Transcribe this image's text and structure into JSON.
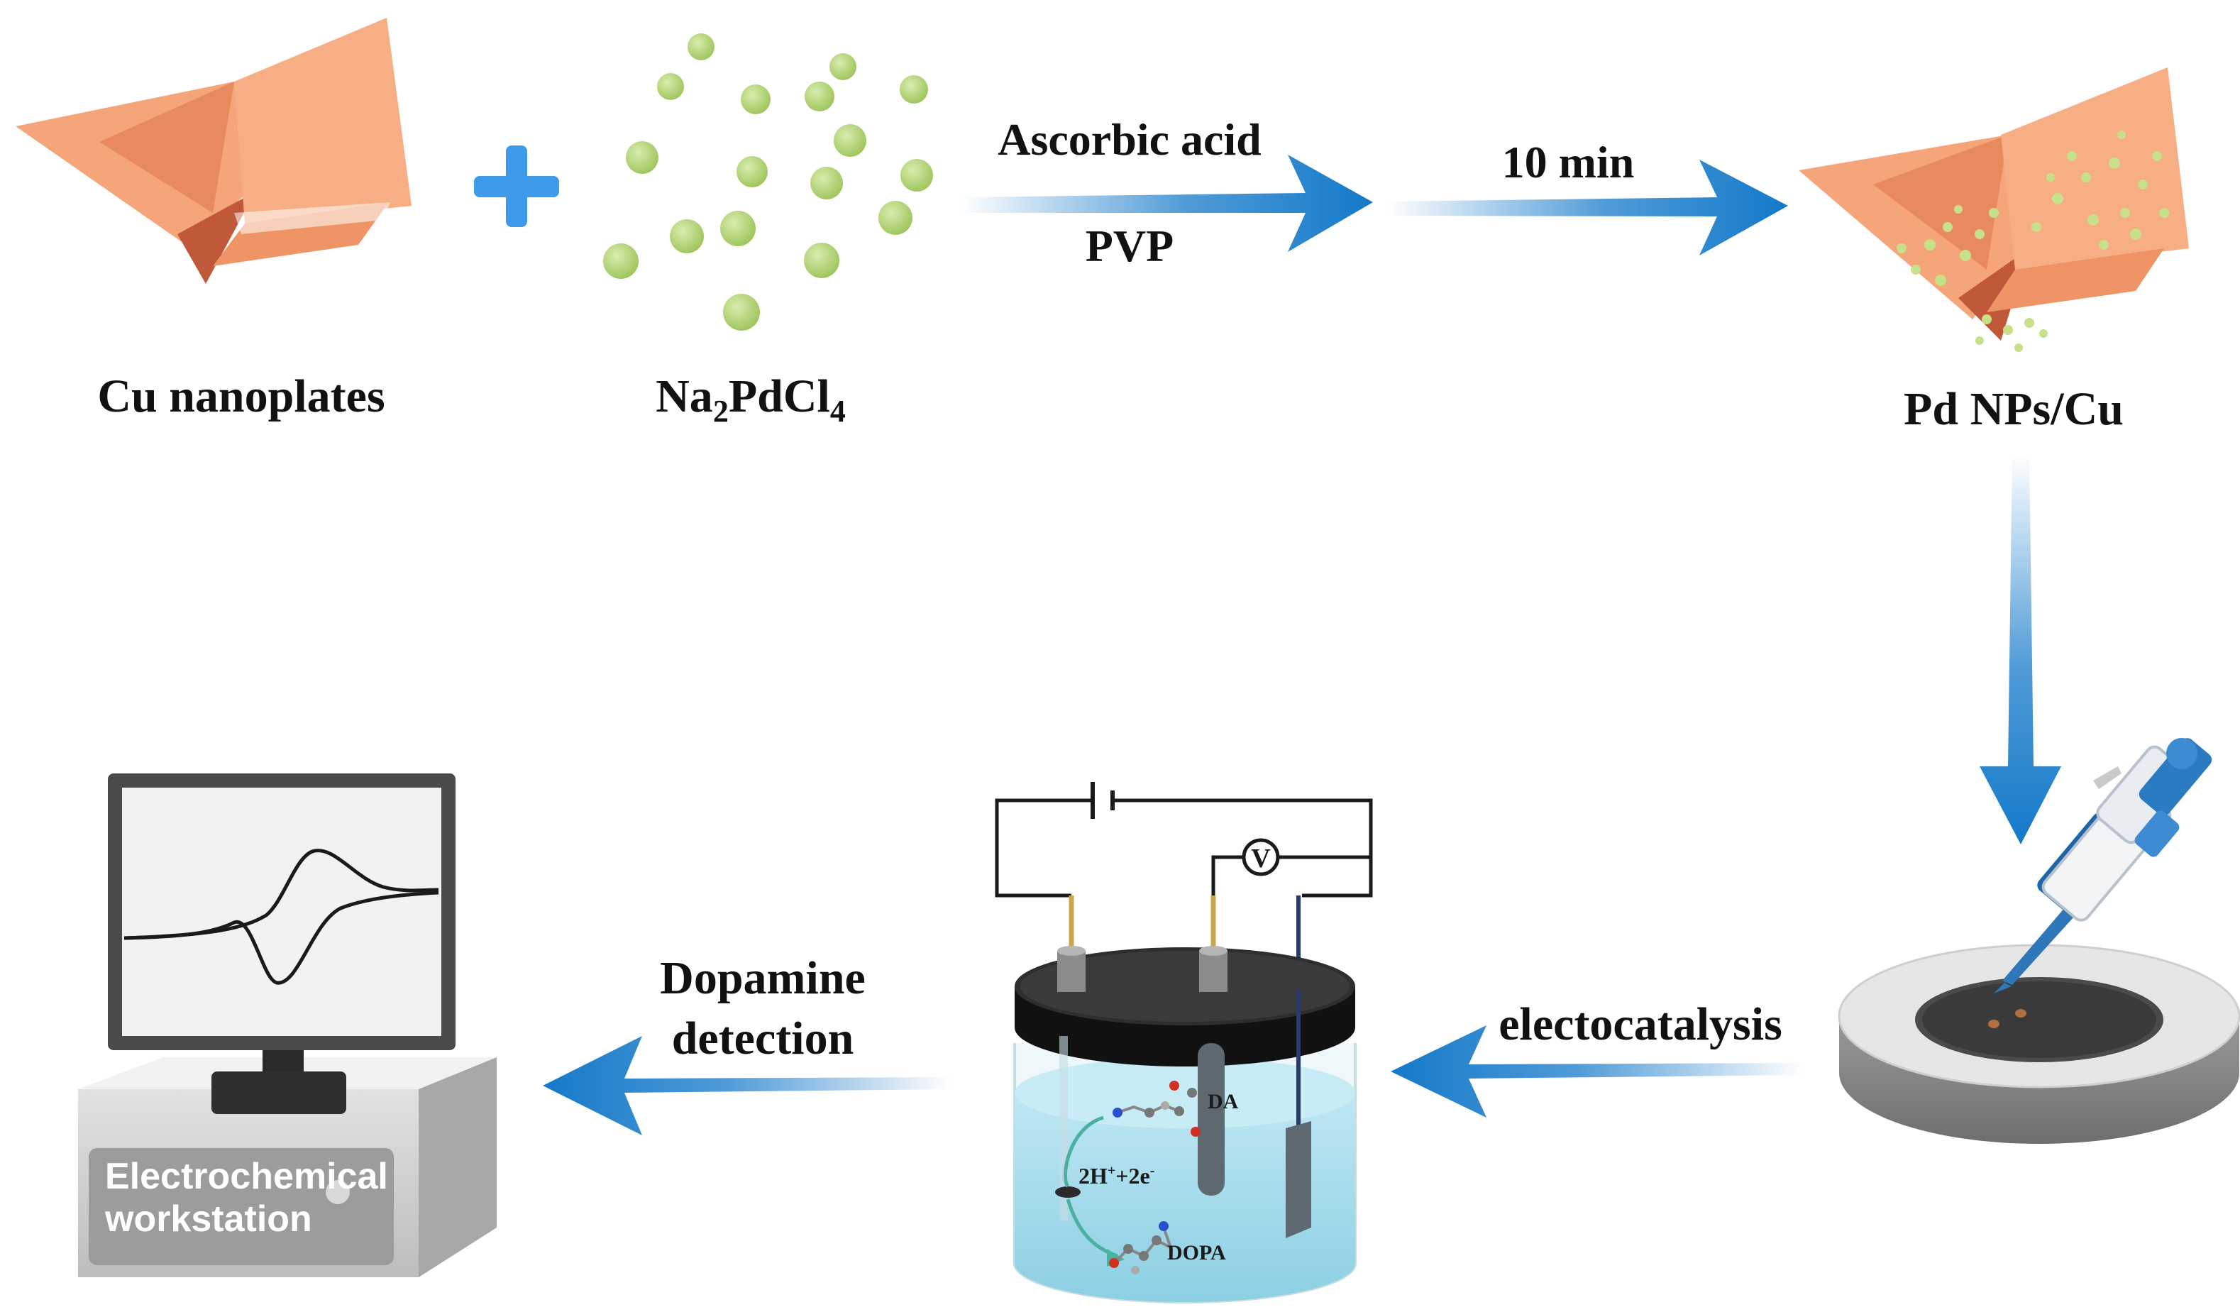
{
  "labels": {
    "cu_nanoplates": "Cu nanoplates",
    "na2pdcl4": {
      "na": "Na",
      "sub_2": "2",
      "pdcl": "PdCl",
      "sub_4": "4"
    },
    "ascorbic_acid": "Ascorbic acid",
    "pvp": "PVP",
    "ten_min": "10 min",
    "pd_nps_cu": "Pd NPs/Cu",
    "electocatalysis": "electocatalysis",
    "dopamine": "Dopamine",
    "detection": "detection",
    "da": "DA",
    "reaction": {
      "pre": "2H",
      "sup1": "+",
      "mid": "+2e",
      "sup2": "-"
    },
    "dopa": "DOPA",
    "voltmeter": "V",
    "workstation_line1": "Electrochemical",
    "workstation_line2": "workstation"
  },
  "colors": {
    "copper_light": "#F5A57A",
    "copper_dark": "#C0593A",
    "pd_particle": "#B5D67A",
    "plus_blue": "#3D9BE9",
    "arrow_blue": "#1479C9",
    "electrolyte": "#A8DCEC",
    "monitor_frame": "#4A4A4A",
    "workstation_gray": "#9C9C9C"
  }
}
